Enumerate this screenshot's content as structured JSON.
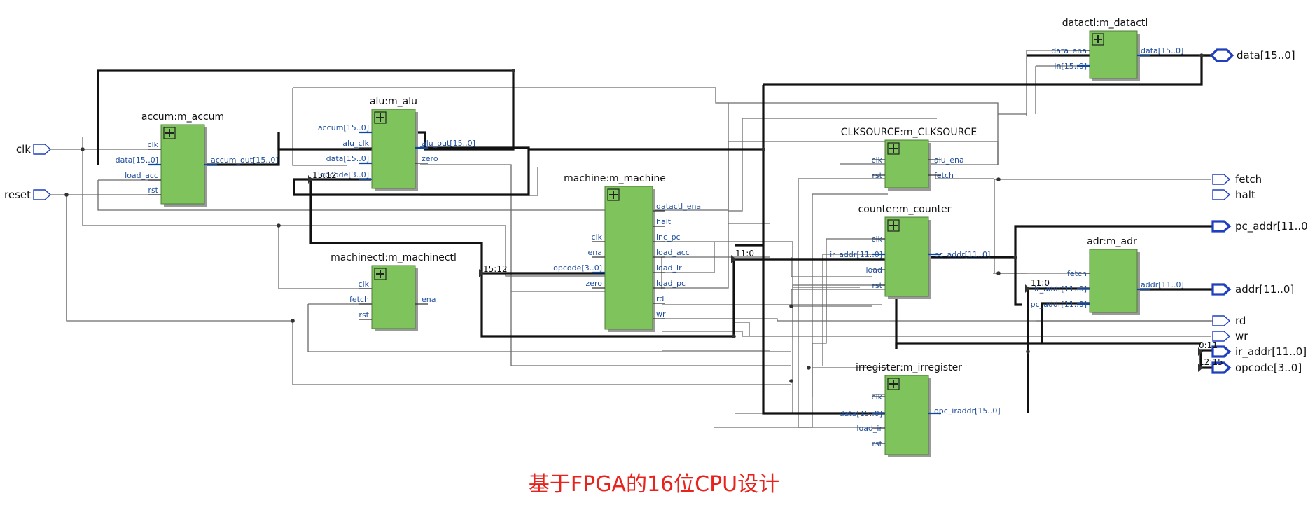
{
  "caption": "基于FPGA的16位CPU设计",
  "blocks": {
    "accum": {
      "title": "accum:m_accum",
      "inputs": [
        "clk",
        "data[15..0]",
        "load_acc",
        "rst"
      ],
      "outputs": [
        "accum_out[15..0]"
      ]
    },
    "alu": {
      "title": "alu:m_alu",
      "inputs": [
        "accum[15..0]",
        "alu_clk",
        "data[15..0]",
        "opcode[3..0]"
      ],
      "outputs": [
        "alu_out[15..0]",
        "zero"
      ]
    },
    "machinectl": {
      "title": "machinectl:m_machinectl",
      "inputs": [
        "clk",
        "fetch",
        "rst"
      ],
      "outputs": [
        "ena"
      ]
    },
    "machine": {
      "title": "machine:m_machine",
      "inputs": [
        "clk",
        "ena",
        "opcode[3..0]",
        "zero"
      ],
      "outputs": [
        "datactl_ena",
        "halt",
        "inc_pc",
        "load_acc",
        "load_ir",
        "load_pc",
        "rd",
        "wr"
      ]
    },
    "datactl": {
      "title": "datactl:m_datactl",
      "inputs": [
        "data_ena",
        "in[15..0]"
      ],
      "outputs": [
        "data[15..0]"
      ]
    },
    "clksource": {
      "title": "CLKSOURCE:m_CLKSOURCE",
      "inputs": [
        "clk",
        "rst"
      ],
      "outputs": [
        "alu_ena",
        "fetch"
      ]
    },
    "counter": {
      "title": "counter:m_counter",
      "inputs": [
        "clk",
        "ir_addr[11..0]",
        "load",
        "rst"
      ],
      "outputs": [
        "pc_addr[11..0]"
      ]
    },
    "adr": {
      "title": "adr:m_adr",
      "inputs": [
        "fetch",
        "ir_addr[11..0]",
        "pc_addr[11..0]"
      ],
      "outputs": [
        "addr[11..0]"
      ]
    },
    "irregister": {
      "title": "irregister:m_irregister",
      "inputs": [
        "clk",
        "data[15..0]",
        "load_ir",
        "rst"
      ],
      "outputs": [
        "opc_iraddr[15..0]"
      ]
    }
  },
  "input_ports": [
    "clk",
    "reset"
  ],
  "output_ports": [
    "data[15..0]",
    "fetch",
    "halt",
    "pc_addr[11..0]",
    "addr[11..0]",
    "rd",
    "wr",
    "ir_addr[11..0]",
    "opcode[3..0]"
  ],
  "slice_labels": [
    "15:12",
    "15:12",
    "11:0",
    "11:0",
    "0:11",
    "12:15"
  ]
}
